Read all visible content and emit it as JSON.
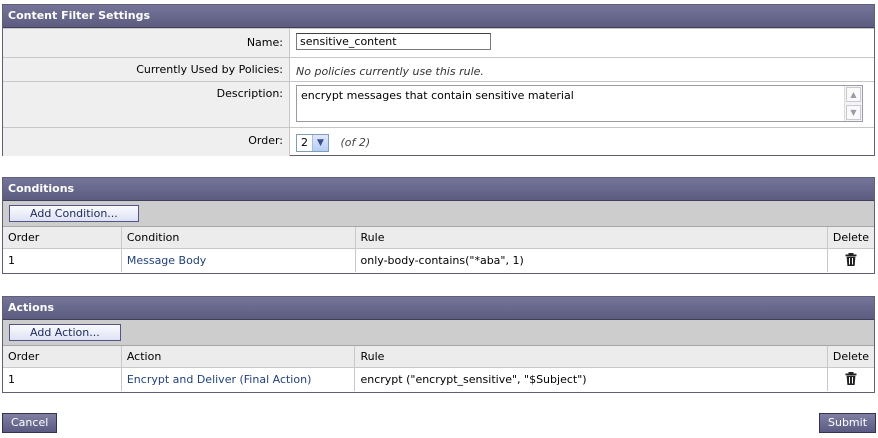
{
  "settings": {
    "title": "Content Filter Settings",
    "name_label": "Name:",
    "name_value": "sensitive_content",
    "policies_label": "Currently Used by Policies:",
    "policies_value": "No policies currently use this rule.",
    "description_label": "Description:",
    "description_value": "encrypt messages that contain sensitive material",
    "order_label": "Order:",
    "order_value": "2",
    "order_of": "(of 2)"
  },
  "conditions": {
    "title": "Conditions",
    "add_label": "Add Condition...",
    "headers": [
      "Order",
      "Condition",
      "Rule",
      "Delete"
    ],
    "rows": [
      {
        "order": "1",
        "name": "Message Body",
        "rule": "only-body-contains(\"*aba\", 1)"
      }
    ]
  },
  "actions": {
    "title": "Actions",
    "add_label": "Add Action...",
    "headers": [
      "Order",
      "Action",
      "Rule",
      "Delete"
    ],
    "rows": [
      {
        "order": "1",
        "name": "Encrypt and Deliver (Final Action)",
        "rule": "encrypt (\"encrypt_sensitive\", \"$Subject\")"
      }
    ]
  },
  "footer": {
    "cancel_label": "Cancel",
    "submit_label": "Submit"
  },
  "icons": {
    "delete": "trash-icon",
    "scroll_up": "arrow-up-icon",
    "scroll_down": "arrow-down-icon",
    "dropdown": "chevron-down-icon"
  },
  "colors": {
    "header": "#5c5c80",
    "link": "#22427a",
    "toolbar": "#cdcdcd"
  }
}
